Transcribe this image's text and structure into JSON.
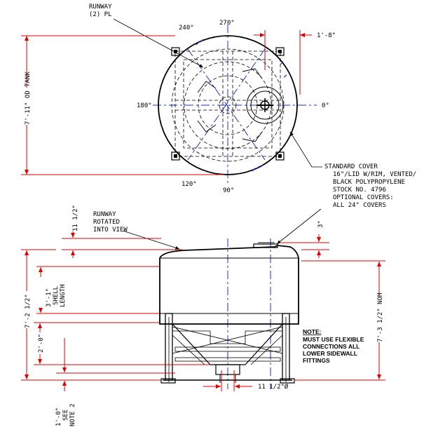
{
  "top_view": {
    "runway_label": [
      "RUNWAY",
      "(2) PL"
    ],
    "angles": {
      "a240": "240°",
      "a270": "270°",
      "a180": "180°",
      "a0": "0°",
      "a120": "120°",
      "a90": "90°"
    },
    "dim_offset": "1'-8\"",
    "dim_od": "7'-11\" OD TANK"
  },
  "cover_note": [
    "STANDARD COVER",
    "16\"/LID W/RIM, VENTED/",
    "BLACK POLYPROPYLENE",
    "STOCK NO. 4796",
    "OPTIONAL COVERS:",
    "ALL 24\" COVERS"
  ],
  "side_view": {
    "runway_label": [
      "RUNWAY",
      "ROTATED",
      "INTO VIEW"
    ],
    "dim_top": "11 1/2\"",
    "dim_3": "3\"",
    "dim_overall": "7'-2 1/2\"",
    "dim_shell": [
      "3'-1\"",
      "SHELL",
      "LENGTH"
    ],
    "dim_nom": "7'-3 1/2\" NOM",
    "dim_2": "2'-0\"",
    "dim_1": [
      "1'-0\"",
      "SEE",
      "NOTE 2"
    ],
    "dim_outlet": "11 1/2\"Ø",
    "note": {
      "title": "NOTE:",
      "lines": [
        "MUST USE FLEXIBLE",
        "CONNECTIONS ALL",
        "LOWER SIDEWALL",
        "FITTINGS"
      ]
    }
  }
}
